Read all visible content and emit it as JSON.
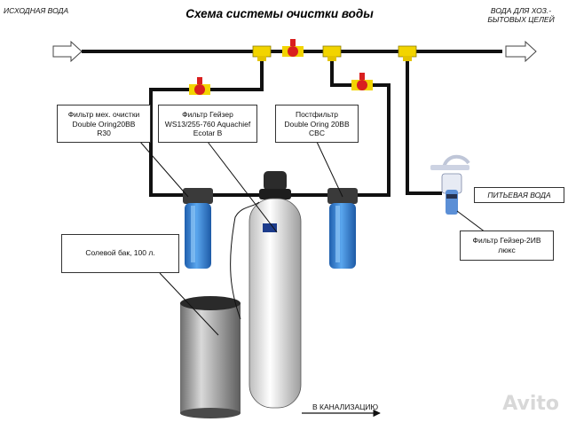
{
  "title": "Схема системы очистки воды",
  "inlet_label": "ИСХОДНАЯ ВОДА",
  "outlet_label_line1": "ВОДА ДЛЯ ХОЗ.-",
  "outlet_label_line2": "БЫТОВЫХ ЦЕЛЕЙ",
  "drinking_label": "ПИТЬЕВАЯ ВОДА",
  "drain_label": "В КАНАЛИЗАЦИЮ",
  "filters": {
    "mech": {
      "line1": "Фильтр мех. очистки",
      "line2": "Double Oring20BB",
      "line3": "R30"
    },
    "geyser": {
      "line1": "Фильтр Гейзер",
      "line2": "WS13/255-760 Aquachief",
      "line3": "Ecotar B"
    },
    "post": {
      "line1": "Постфильтр",
      "line2": "Double Oring 20BB",
      "line3": "CBC"
    },
    "drinking": {
      "line1": "Фильтр Гейзер-2ИВ",
      "line2": "люкс"
    }
  },
  "salt_tank": "Солевой  бак, 100 л.",
  "watermark": "Avito",
  "colors": {
    "pipe": "#111111",
    "tee": "#f2d400",
    "valve": "#d91f1f",
    "filter_blue": "#2f7fd6"
  }
}
